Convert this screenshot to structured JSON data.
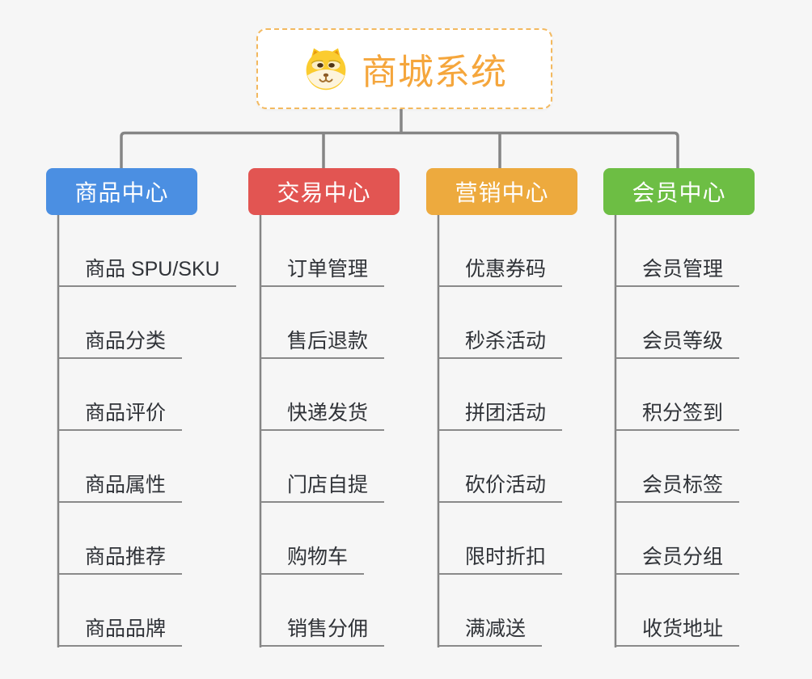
{
  "page": {
    "background": "#f6f6f6"
  },
  "root": {
    "title": "商城系统",
    "title_color": "#f5a63c",
    "border_color": "#f3b95f",
    "icon": "shiba-dog-icon"
  },
  "connectors": {
    "color": "#858585"
  },
  "leaf_style": {
    "underline_color": "#8a8a8a",
    "text_color": "#303338"
  },
  "columns": [
    {
      "label": "商品中心",
      "color": "#4b8fe2",
      "items": [
        "商品 SPU/SKU",
        "商品分类",
        "商品评价",
        "商品属性",
        "商品推荐",
        "商品品牌"
      ]
    },
    {
      "label": "交易中心",
      "color": "#e25552",
      "items": [
        "订单管理",
        "售后退款",
        "快递发货",
        "门店自提",
        "购物车",
        "销售分佣"
      ]
    },
    {
      "label": "营销中心",
      "color": "#edaa3e",
      "items": [
        "优惠券码",
        "秒杀活动",
        "拼团活动",
        "砍价活动",
        "限时折扣",
        "满减送"
      ]
    },
    {
      "label": "会员中心",
      "color": "#6dbe44",
      "items": [
        "会员管理",
        "会员等级",
        "积分签到",
        "会员标签",
        "会员分组",
        "收货地址"
      ]
    }
  ]
}
